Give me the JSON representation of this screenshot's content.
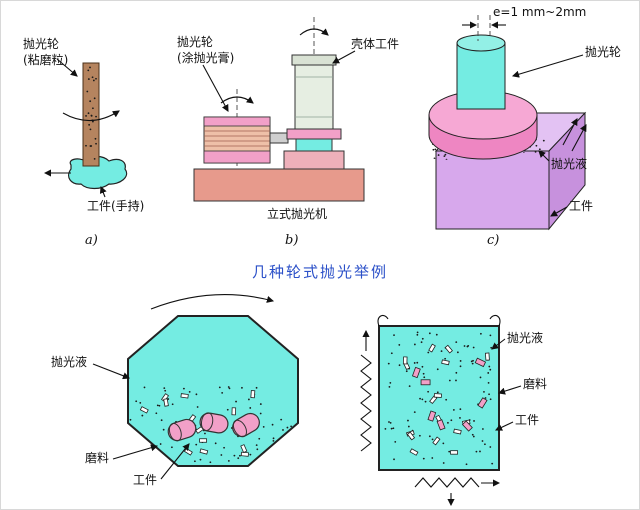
{
  "caption": "几种轮式抛光举例",
  "figures": {
    "a": {
      "tag": "a)",
      "wheel": "抛光轮\n(粘磨粒)",
      "workpiece": "工件(手持)"
    },
    "b": {
      "tag": "b)",
      "wheel": "抛光轮\n(涂抛光膏)",
      "shell": "壳体工件",
      "machine": "立式抛光机"
    },
    "c": {
      "tag": "c)",
      "gap": "e=1 mm~2mm",
      "wheel": "抛光轮",
      "liquid": "抛光液",
      "workpiece": "工件"
    },
    "d": {
      "liquid": "抛光液",
      "abrasive": "磨料",
      "workpiece": "工件"
    },
    "e": {
      "liquid": "抛光液",
      "abrasive": "磨料",
      "workpiece": "工件"
    }
  },
  "colors": {
    "cyan": "#74ece2",
    "pink": "#f2a0c8",
    "disc": "#ee86c2",
    "disc_top": "#f6a8d4",
    "purple_front": "#d7a8ec",
    "purple_top": "#e3c2f3",
    "purple_side": "#c791dd",
    "salmon": "#e79a8c",
    "tan": "#eec0a8",
    "brown": "#b5845f",
    "machine": "#e6eee2",
    "caption_blue": "#2b50c8"
  }
}
